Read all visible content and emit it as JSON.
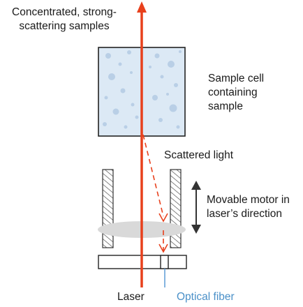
{
  "labels": {
    "samples_note": "Concentrated, strong-\nscattering samples",
    "sample_cell": "Sample cell\ncontaining\nsample",
    "scattered_light": "Scattered light",
    "movable_motor": "Movable motor in\nlaser’s direction",
    "laser": "Laser",
    "optical_fiber": "Optical fiber"
  },
  "colors": {
    "laser": "#e8401c",
    "cell_fill": "#dce9f5",
    "cell_particles": "#b9cfe6",
    "lens": "#d9d9d9",
    "fiber": "#5b9bd5",
    "outline": "#222222",
    "fiber_label": "#4a90c8"
  },
  "icons": {
    "laser_arrow": "arrow-up-icon",
    "motor_arrow": "double-arrow-vertical-icon"
  }
}
